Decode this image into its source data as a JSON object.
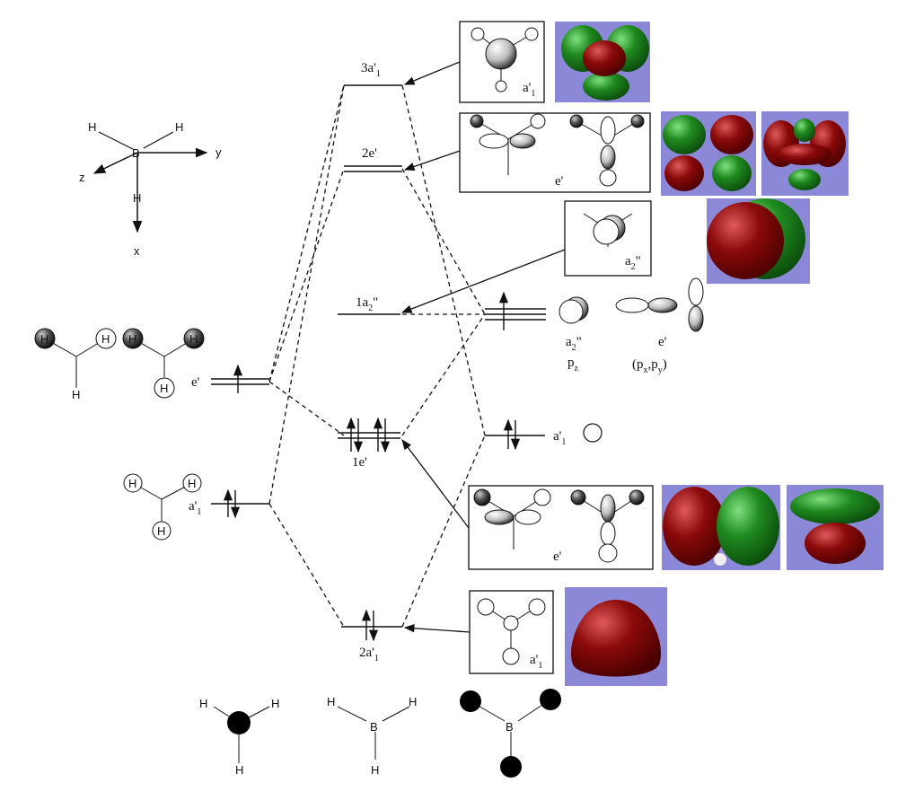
{
  "axes": {
    "y": "y",
    "z": "z",
    "x": "x"
  },
  "atoms": {
    "boron": "B",
    "hydrogen": "H"
  },
  "left_orbitals": {
    "e_prime": "e'",
    "a1_prime": "a'",
    "a1_sub": "1"
  },
  "center_levels": {
    "a3": {
      "main": "3a'",
      "sub": "1"
    },
    "e2": {
      "main": "2e'"
    },
    "a2pp": {
      "main": "1a",
      "sub": "2",
      "tail": "\""
    },
    "e1": {
      "main": "1e'"
    },
    "a2": {
      "main": "2a'",
      "sub": "1"
    }
  },
  "right_orbitals": {
    "a2pp_sym": {
      "main": "a",
      "sub": "2",
      "tail": "\""
    },
    "pz": {
      "main": "p",
      "sub": "z"
    },
    "e_sym": "e'",
    "pxpy": {
      "open": "(p",
      "x": "x",
      "sep": ",p",
      "y": "y",
      "close": ")"
    },
    "a1_sym": {
      "main": "a'",
      "sub": "1"
    }
  },
  "boxes": {
    "box1": {
      "main": "a'",
      "sub": "1"
    },
    "box2": "e'",
    "box3": {
      "main": "a",
      "sub": "2",
      "tail": "\""
    },
    "box4": "e'",
    "box5": {
      "main": "a'",
      "sub": "1"
    }
  },
  "colors": {
    "render_bg": "#8c88d8",
    "lobe_red": "#8b0a0a",
    "lobe_green": "#1f8a1f",
    "line": "#111111"
  }
}
